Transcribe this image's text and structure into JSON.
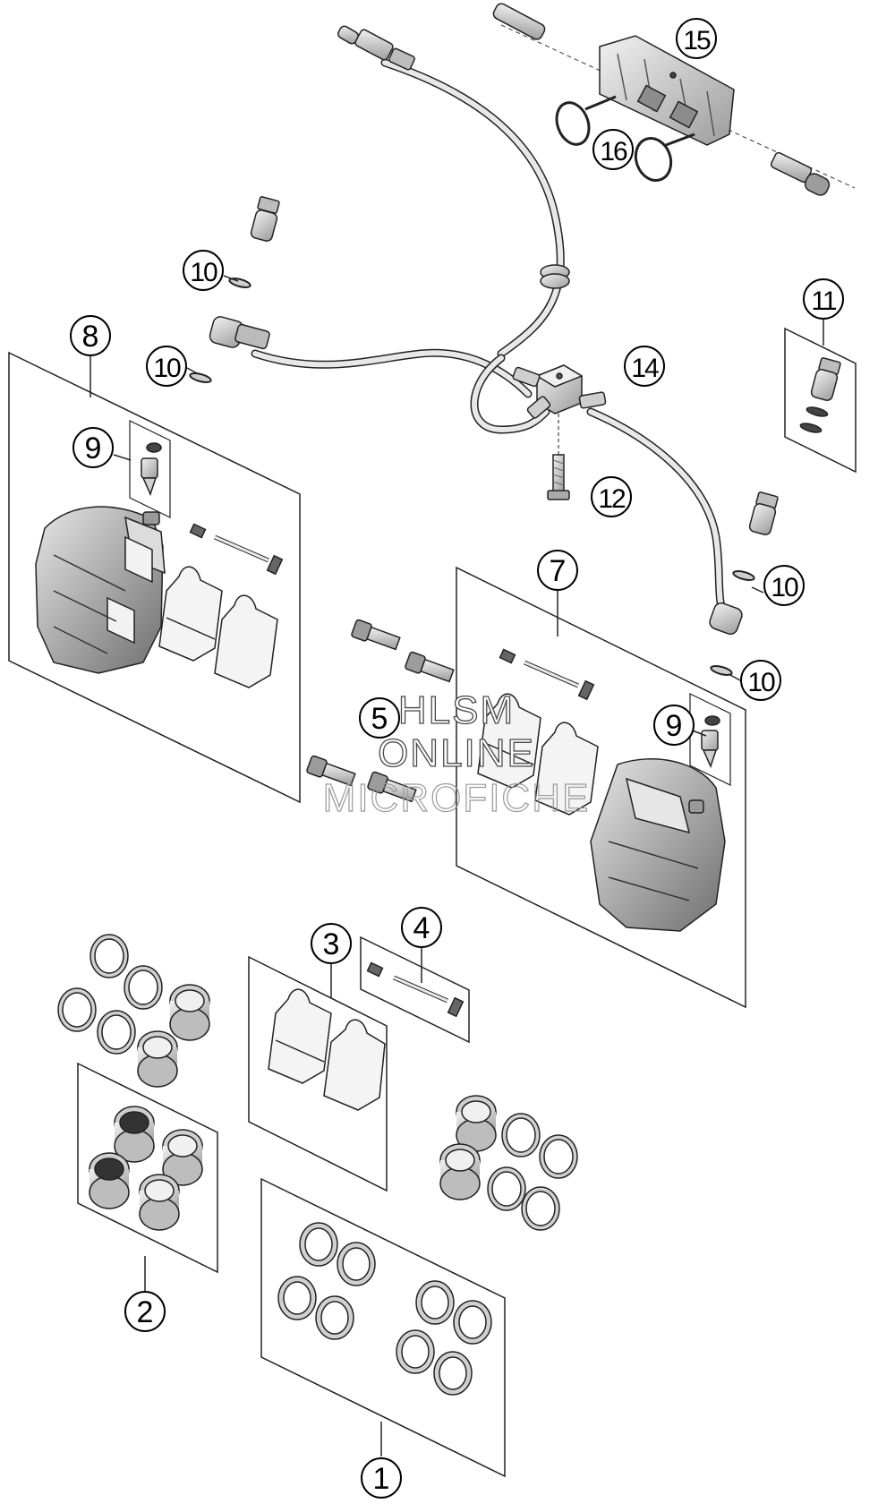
{
  "callouts": {
    "c1": "1",
    "c2": "2",
    "c3": "3",
    "c4": "4",
    "c5": "5",
    "c7": "7",
    "c8": "8",
    "c9a": "9",
    "c9b": "9",
    "c10a": "10",
    "c10b": "10",
    "c10c": "10",
    "c10d": "10",
    "c11": "11",
    "c12": "12",
    "c14": "14",
    "c15": "15",
    "c16": "16"
  },
  "watermark": {
    "line1": "HLSM",
    "line2": "ONLINE",
    "line3": "MICROFICHE"
  },
  "colors": {
    "line": "#1a1a1a",
    "part_fill": "#d9d9d9",
    "part_dark": "#8c8c8c",
    "ring": "#cfcfcf"
  }
}
